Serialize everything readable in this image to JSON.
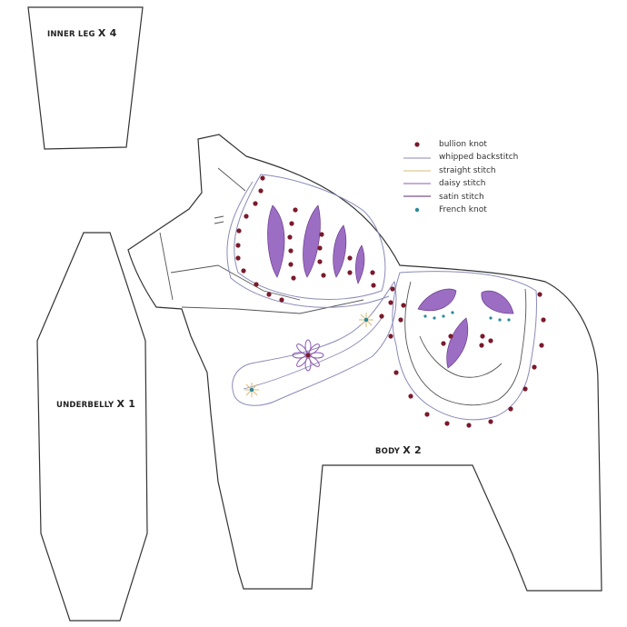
{
  "pieces": {
    "inner_leg": {
      "name": "INNER LEG",
      "count": "x 4"
    },
    "underbelly": {
      "name": "UNDERBELLY",
      "count": "x 1"
    },
    "body": {
      "name": "BODY",
      "count": "x 2"
    }
  },
  "legend": [
    {
      "label": "bullion knot",
      "marker": "dot",
      "color": "#7a1a2c"
    },
    {
      "label": "whipped backstitch",
      "marker": "line",
      "color": "#8a8ab8"
    },
    {
      "label": "straight stitch",
      "marker": "line",
      "color": "#d9b87a"
    },
    {
      "label": "daisy stitch",
      "marker": "line",
      "color": "#8d5bb0"
    },
    {
      "label": "satin stitch",
      "marker": "line",
      "color": "#5a2a6a"
    },
    {
      "label": "French knot",
      "marker": "dot",
      "color": "#2a8a9a"
    }
  ],
  "colors": {
    "outline": "#333333",
    "bullion": "#7a1a2c",
    "satin": "#7b3f9e",
    "whipped": "#8a8ab8",
    "straight": "#d9b87a",
    "french": "#2a8a9a"
  }
}
